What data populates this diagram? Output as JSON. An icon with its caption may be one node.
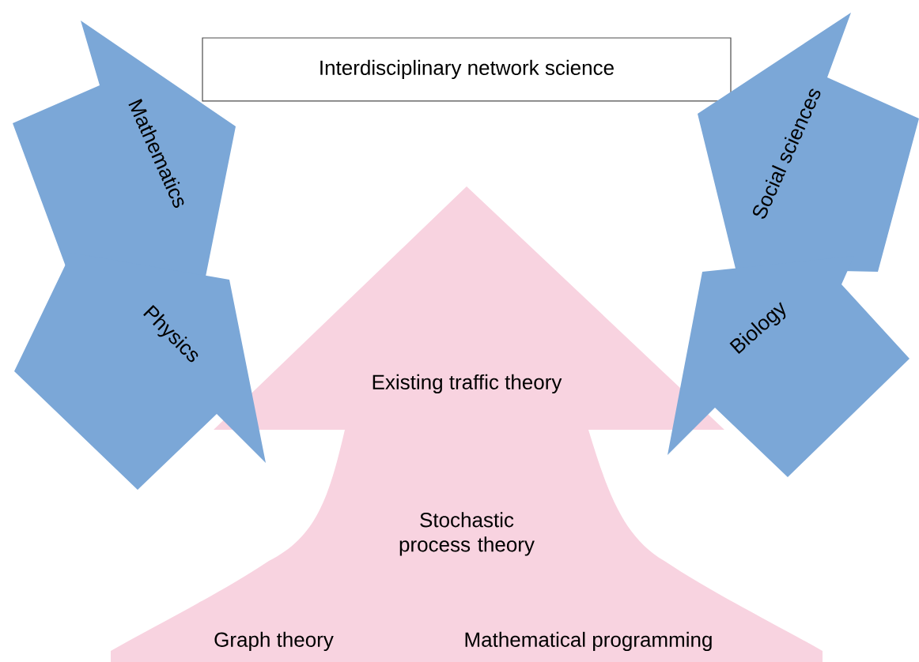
{
  "diagram": {
    "nodes": [
      {
        "text": [
          "Interdisciplinary network science"
        ]
      },
      {
        "text": [
          "Existing traffic theory",
          "Stochastic process theory",
          "Graph theory",
          "Mathematical programming"
        ]
      },
      {
        "text": [
          "Mathematics"
        ]
      },
      {
        "text": [
          "Physics"
        ]
      },
      {
        "text": [
          "Social sciences"
        ]
      },
      {
        "text": [
          "Biology"
        ]
      }
    ]
  }
}
